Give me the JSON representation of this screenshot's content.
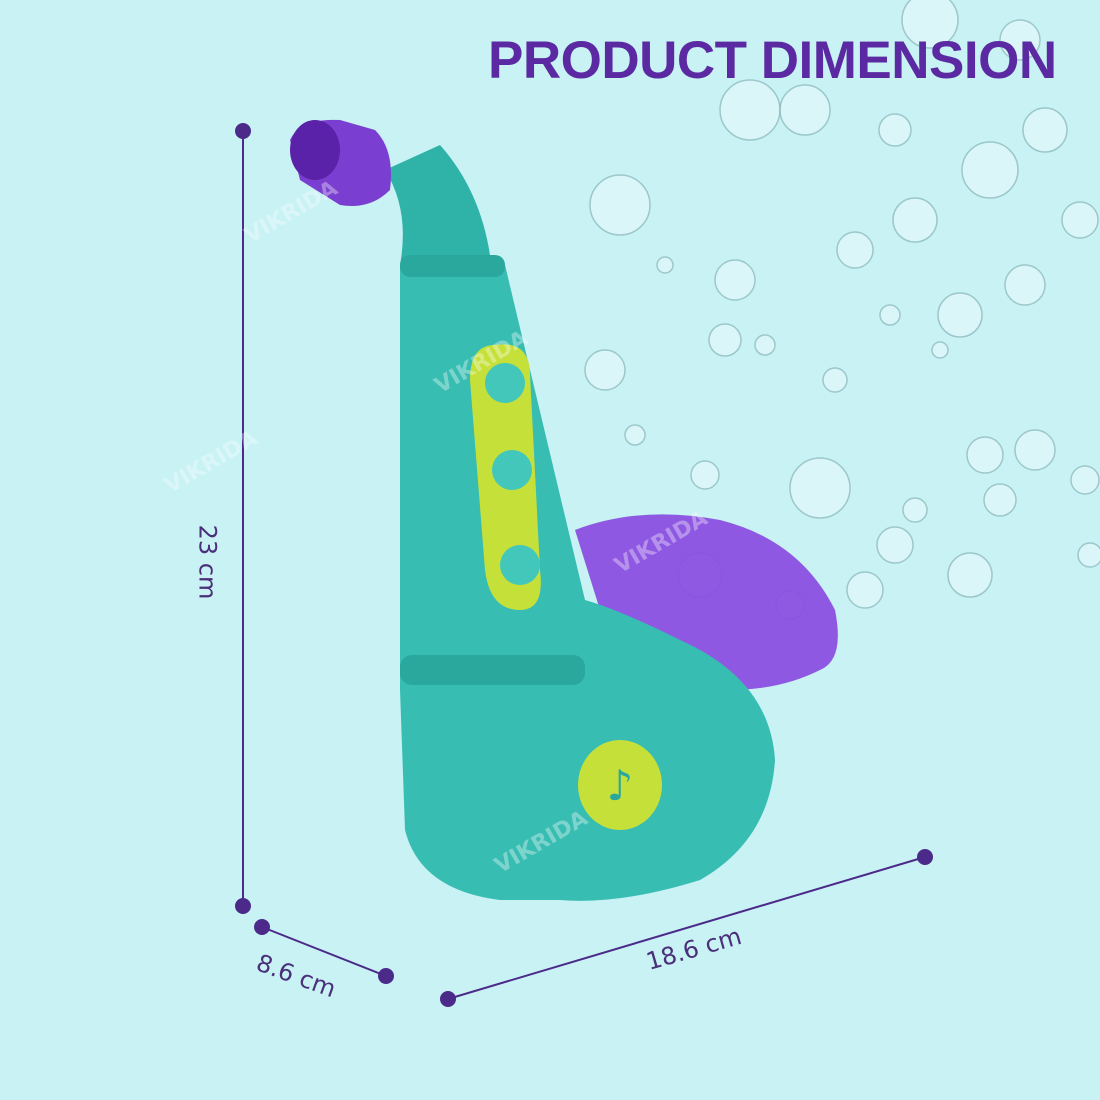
{
  "title": "PRODUCT DIMENSION",
  "watermark": "VIKRIDA",
  "dimensions": {
    "height": "23 cm",
    "depth": "8.6 cm",
    "width": "18.6 cm"
  },
  "colors": {
    "background": "#c8f2f4",
    "title": "#5b2aa3",
    "line": "#4b2a8a",
    "body": "#3cbfb4",
    "accent_purple": "#7a3fd0",
    "keys": "#c6e03a"
  }
}
